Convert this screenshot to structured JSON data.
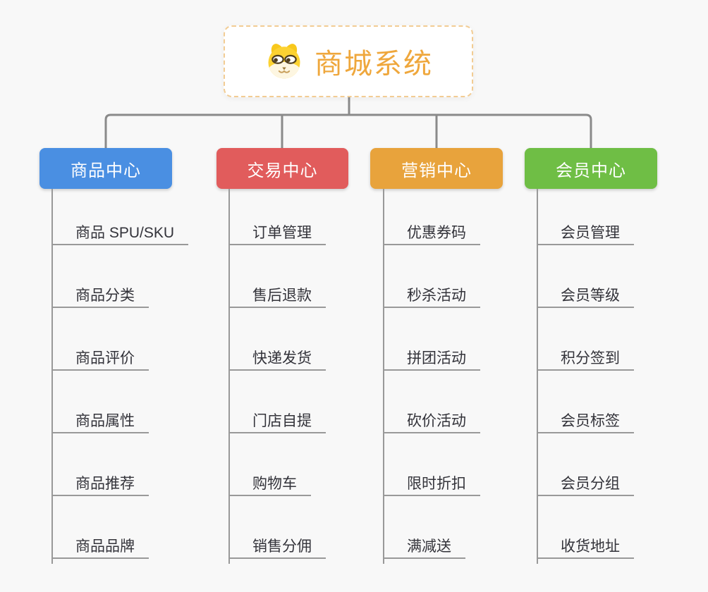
{
  "root": {
    "title": "商城系统",
    "icon": "doge-icon"
  },
  "branches": [
    {
      "id": "product-center",
      "label": "商品中心",
      "color": "#4a8fe2",
      "items": [
        "商品 SPU/SKU",
        "商品分类",
        "商品评价",
        "商品属性",
        "商品推荐",
        "商品品牌"
      ]
    },
    {
      "id": "trade-center",
      "label": "交易中心",
      "color": "#e15c5c",
      "items": [
        "订单管理",
        "售后退款",
        "快递发货",
        "门店自提",
        "购物车",
        "销售分佣"
      ]
    },
    {
      "id": "marketing-center",
      "label": "营销中心",
      "color": "#e8a33c",
      "items": [
        "优惠券码",
        "秒杀活动",
        "拼团活动",
        "砍价活动",
        "限时折扣",
        "满减送"
      ]
    },
    {
      "id": "member-center",
      "label": "会员中心",
      "color": "#6fbe45",
      "items": [
        "会员管理",
        "会员等级",
        "积分签到",
        "会员标签",
        "会员分组",
        "收货地址"
      ]
    }
  ],
  "style": {
    "root_title_color": "#efa73c",
    "root_border_color": "#f2cc93",
    "connector_color": "#8a8a8a",
    "leaf_line_color": "#999999",
    "background_color": "#f8f8f8"
  }
}
